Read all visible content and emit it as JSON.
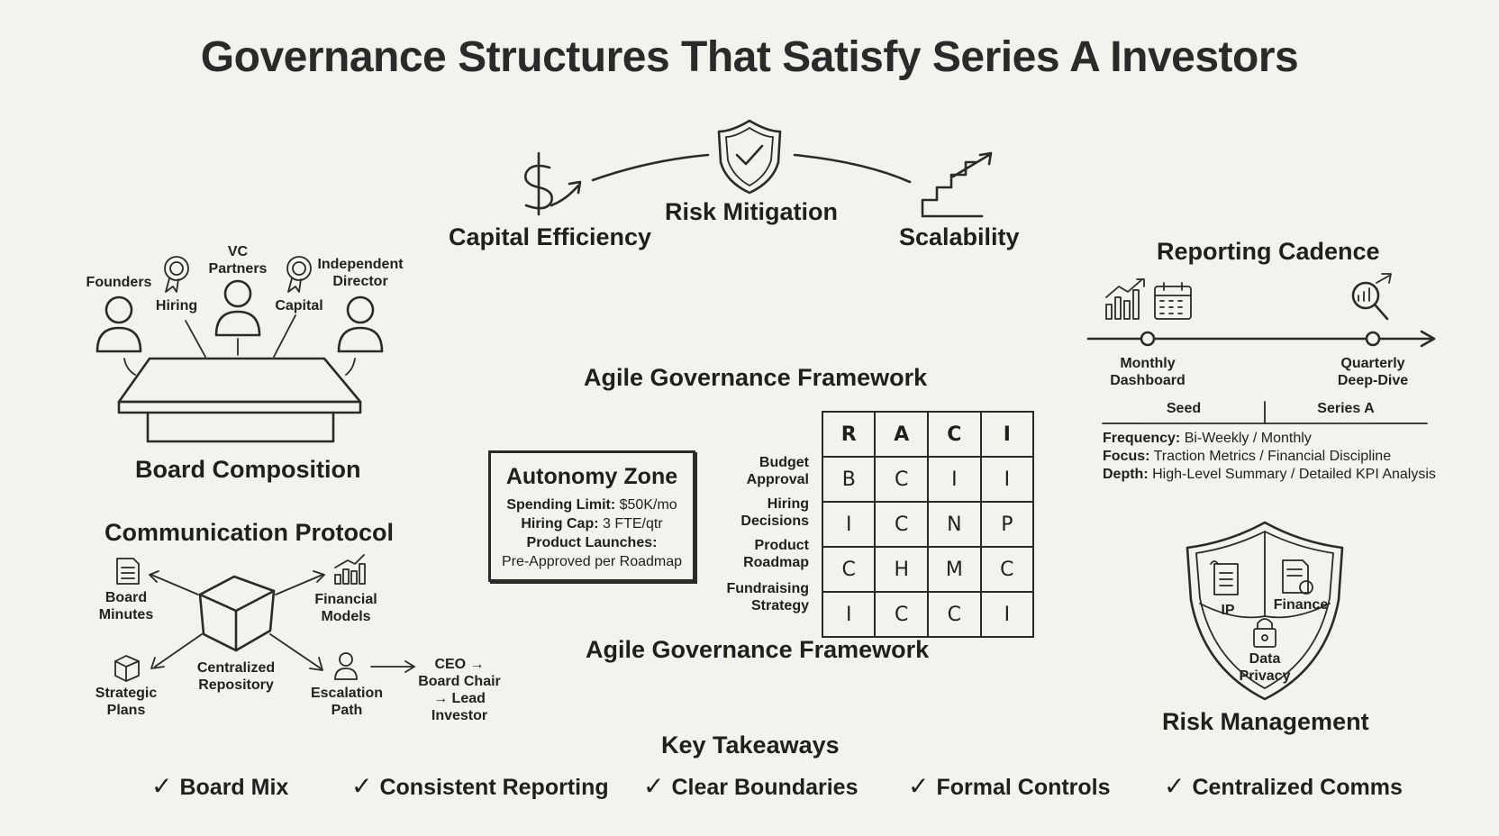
{
  "title": "Governance Structures That Satisfy Series A Investors",
  "pillars": {
    "capital_efficiency": "Capital Efficiency",
    "risk_mitigation": "Risk Mitigation",
    "scalability": "Scalability"
  },
  "board": {
    "title": "Board Composition",
    "founders": "Founders",
    "vc_partners": "VC\nPartners",
    "independent_director": "Independent\nDirector",
    "hiring": "Hiring",
    "capital": "Capital"
  },
  "communication": {
    "title": "Communication Protocol",
    "board_minutes": "Board\nMinutes",
    "financial_models": "Financial\nModels",
    "strategic_plans": "Strategic\nPlans",
    "centralized_repository": "Centralized\nRepository",
    "escalation_path": "Escalation\nPath",
    "escalation_chain": "CEO →\nBoard Chair\n→ Lead Investor"
  },
  "framework": {
    "title_top": "Agile Governance Framework",
    "title_bottom": "Agile Governance Framework",
    "autonomy": {
      "heading": "Autonomy Zone",
      "spending_label": "Spending Limit:",
      "spending_value": " $50K/mo",
      "hiring_label": "Hiring Cap:",
      "hiring_value": " 3 FTE/qtr",
      "launch_label": "Product Launches:",
      "launch_value": "Pre-Approved per Roadmap"
    },
    "raci": {
      "headers": [
        "R",
        "A",
        "C",
        "I"
      ],
      "rows": [
        {
          "label": "Budget\nApproval",
          "cells": [
            "B",
            "C",
            "I",
            "I"
          ]
        },
        {
          "label": "Hiring\nDecisions",
          "cells": [
            "I",
            "C",
            "N",
            "P"
          ]
        },
        {
          "label": "Product\nRoadmap",
          "cells": [
            "C",
            "H",
            "M",
            "C"
          ]
        },
        {
          "label": "Fundraising\nStrategy",
          "cells": [
            "I",
            "C",
            "C",
            "I"
          ]
        }
      ]
    }
  },
  "reporting": {
    "title": "Reporting Cadence",
    "monthly": "Monthly\nDashboard",
    "quarterly": "Quarterly\nDeep-Dive",
    "seed": "Seed",
    "series_a": "Series A",
    "frequency_label": "Frequency:",
    "frequency_value": " Bi-Weekly / Monthly",
    "focus_label": "Focus:",
    "focus_value": " Traction Metrics / Financial Discipline",
    "depth_label": "Depth:",
    "depth_value": " High-Level Summary / Detailed KPI Analysis"
  },
  "risk": {
    "title": "Risk Management",
    "ip": "IP",
    "finance": "Finance",
    "data_privacy": "Data\nPrivacy"
  },
  "takeaways": {
    "title": "Key Takeaways",
    "items": [
      "Board Mix",
      "Consistent Reporting",
      "Clear Boundaries",
      "Formal Controls",
      "Centralized Comms"
    ]
  }
}
